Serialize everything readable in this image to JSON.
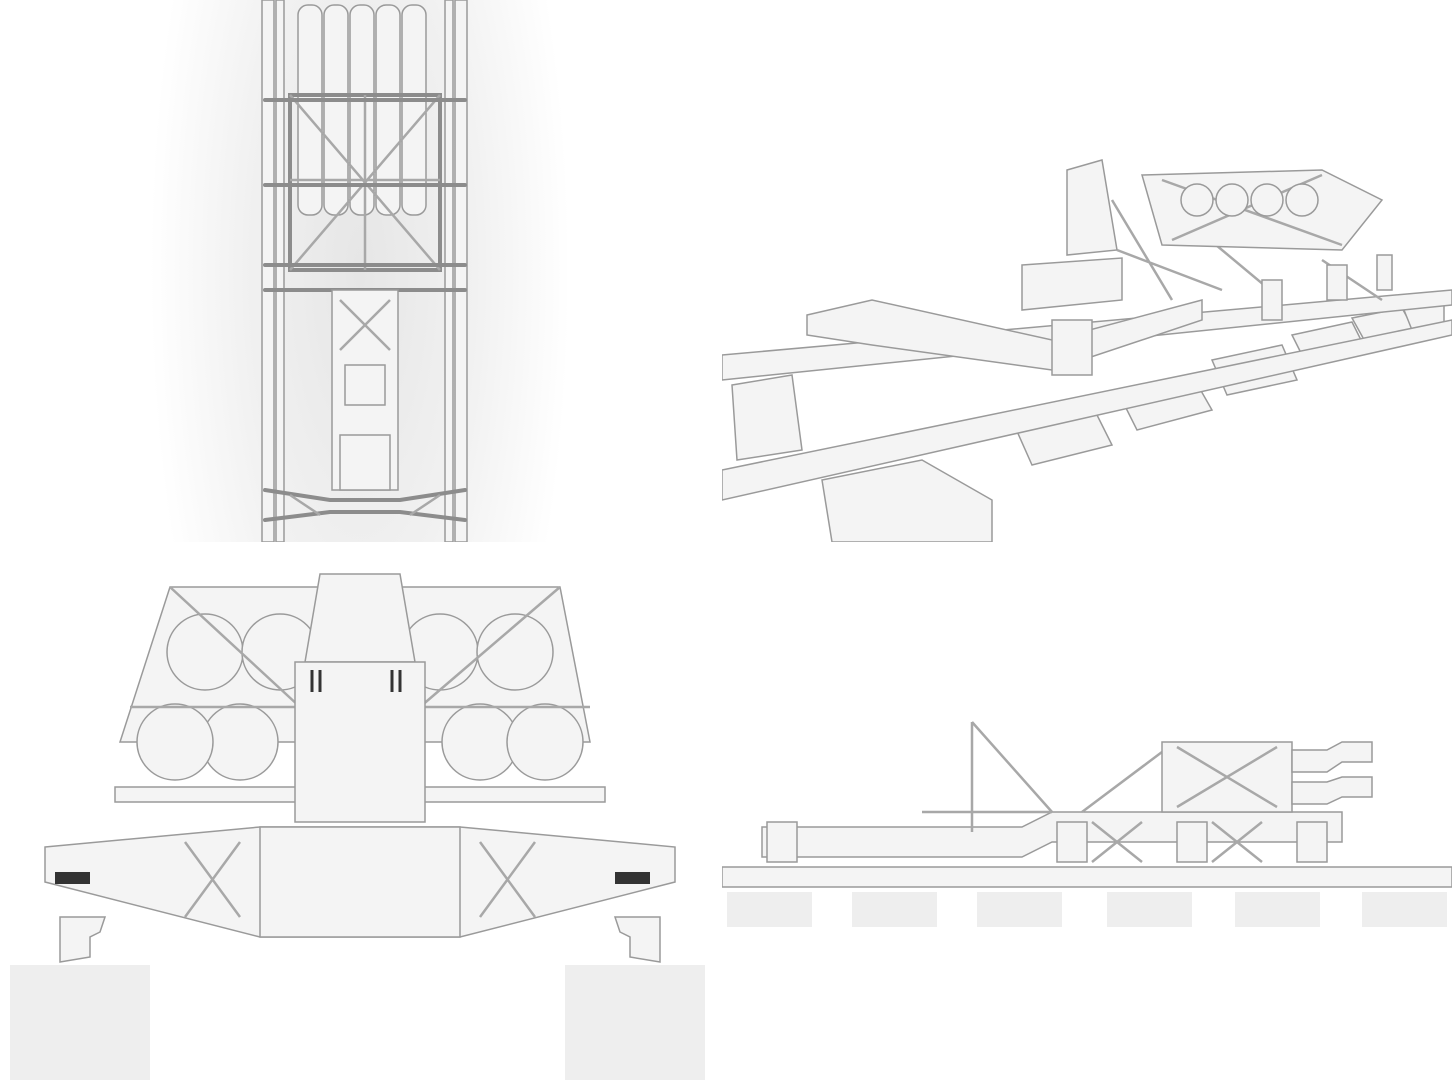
{
  "views": [
    {
      "id": "top"
    },
    {
      "id": "perspective"
    },
    {
      "id": "front"
    },
    {
      "id": "side"
    }
  ],
  "colors": {
    "background": "#ffffff",
    "model": "#f2f2f2",
    "edge": "#9a9a9a",
    "shadow": "#e4e4e4"
  }
}
